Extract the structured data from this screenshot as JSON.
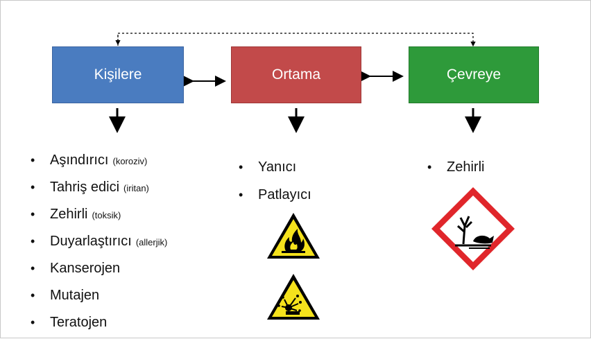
{
  "boxes": {
    "people": "Kişilere",
    "environment_medium": "Ortama",
    "environment": "Çevreye"
  },
  "people_effects": [
    {
      "label": "Aşındırıcı",
      "note": "(koroziv)"
    },
    {
      "label": "Tahriş edici",
      "note": "(iritan)"
    },
    {
      "label": "Zehirli",
      "note": "(toksik)"
    },
    {
      "label": "Duyarlaştırıcı",
      "note": "(allerjik)"
    },
    {
      "label": "Kanserojen",
      "note": ""
    },
    {
      "label": "Mutajen",
      "note": ""
    },
    {
      "label": "Teratojen",
      "note": ""
    }
  ],
  "medium_effects": [
    {
      "label": "Yanıcı"
    },
    {
      "label": "Patlayıcı"
    }
  ],
  "environment_effects": [
    {
      "label": "Zehirli"
    }
  ],
  "icons": {
    "flammable": "flammable-warning-icon",
    "explosive": "explosive-warning-icon",
    "environment": "environmental-hazard-icon"
  },
  "colors": {
    "people_box": "#4a7cc0",
    "medium_box": "#c24a4a",
    "environment_box": "#2e9a3a",
    "warning_yellow": "#f5e21c",
    "ghs_red": "#e0262b"
  }
}
